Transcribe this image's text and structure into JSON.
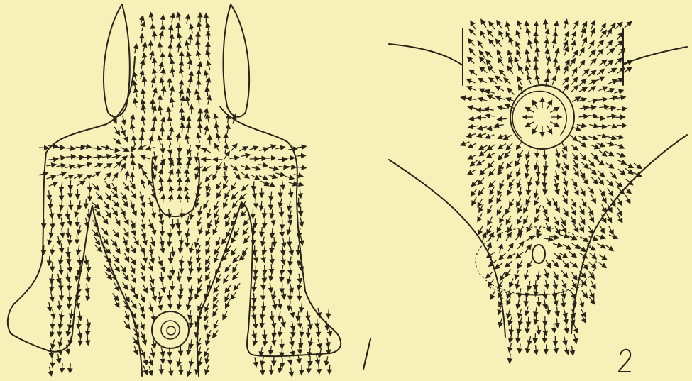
{
  "figure": {
    "panels": [
      {
        "id": "panel-1",
        "label": "1"
      },
      {
        "id": "panel-2",
        "label": "2"
      }
    ]
  },
  "colors": {
    "background": "#f8f0b9",
    "ink": "#2a2418"
  }
}
